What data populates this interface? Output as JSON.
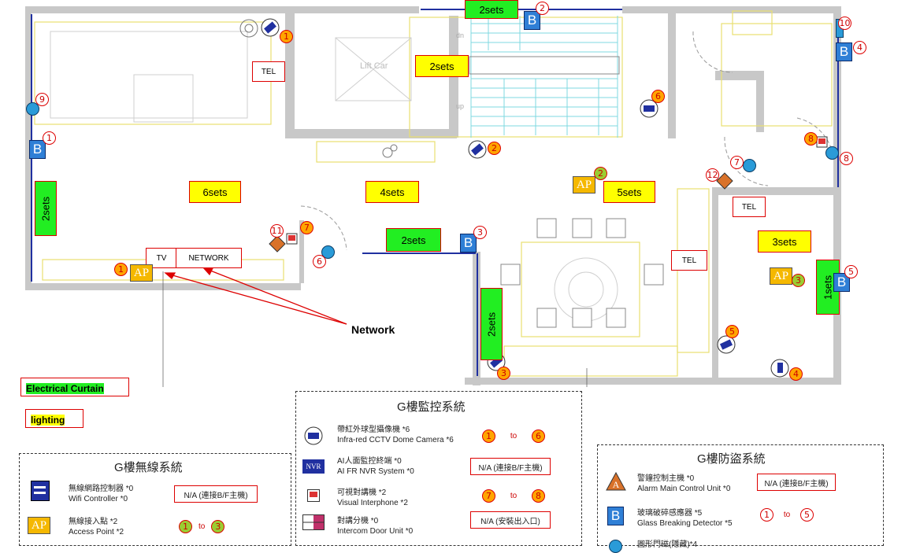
{
  "labels": {
    "lift_car": "Lift Car",
    "tel": "TEL",
    "tv": "TV",
    "network_box": "NETWORK",
    "network_callout": "Network",
    "dn": "dn",
    "up": "up"
  },
  "yellow_labels": [
    "2sets",
    "6sets",
    "4sets",
    "5sets",
    "3sets"
  ],
  "green_labels": [
    "2sets",
    "2sets",
    "2sets",
    "2sets",
    "1sets"
  ],
  "badges": [
    "1",
    "2",
    "3",
    "4",
    "5",
    "6",
    "7",
    "8",
    "9",
    "10",
    "11",
    "12"
  ],
  "symbols": {
    "glass_breaker": "B",
    "access_point": "AP",
    "alarm": "A",
    "nvr": "NVR"
  },
  "legend_key": {
    "electrical_curtain": "Electrical Curtain",
    "lighting": "lighting",
    "electrical_curtain_color": "#22ee22",
    "lighting_color": "#ffff00"
  },
  "wireless": {
    "title": "G樓無線系統",
    "items": [
      {
        "zh": "無線網路控制器 *0",
        "en": "Wifi Controller *0",
        "note": "N/A (連接B/F主機)"
      },
      {
        "zh": "無線接入點 *2",
        "en": "Access Point *2",
        "from": "1",
        "to_word": "to",
        "to": "3"
      }
    ]
  },
  "cctv": {
    "title": "G樓監控系統",
    "items": [
      {
        "zh": "帶紅外球型攝像機 *6",
        "en": "Infra-red CCTV Dome Camera *6",
        "from": "1",
        "to_word": "to",
        "to": "6"
      },
      {
        "zh": "AI人面監控終端 *0",
        "en": "AI FR NVR System *0",
        "note": "N/A (連接B/F主機)"
      },
      {
        "zh": "可視對講機 *2",
        "en": "Visual Interphone *2",
        "from": "7",
        "to_word": "to",
        "to": "8"
      },
      {
        "zh": "對講分機 *0",
        "en": "Intercom Door Unit *0",
        "note": "N/A (安裝出入口)"
      }
    ]
  },
  "alarm": {
    "title": "G樓防盜系統",
    "items": [
      {
        "zh": "警鐘控制主機 *0",
        "en": "Alarm Main Control Unit *0",
        "note": "N/A (連接B/F主機)"
      },
      {
        "zh": "玻璃破碎感應器 *5",
        "en": "Glass Breaking Detector *5",
        "from": "1",
        "to_word": "to",
        "to": "5"
      },
      {
        "zh": "圓形門磁(隱藏)*4",
        "en": ""
      }
    ]
  },
  "colors": {
    "wall": "#c8c8c8",
    "line_yellow": "#e8e070",
    "line_blue": "#2030a0",
    "stair_cyan": "#7fd8e0",
    "red": "#dd0000"
  }
}
